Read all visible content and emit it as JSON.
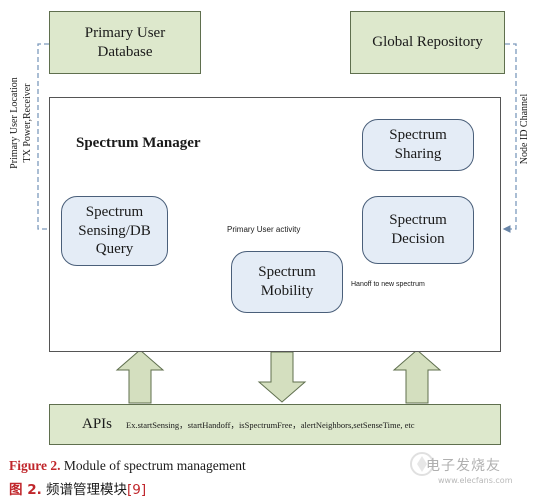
{
  "boxes": {
    "primary_user_database": "Primary User\nDatabase",
    "global_repository": "Global Repository",
    "spectrum_sharing": "Spectrum\nSharing",
    "spectrum_sensing": "Spectrum\nSensing/DB\nQuery",
    "spectrum_decision": "Spectrum\nDecision",
    "spectrum_mobility": "Spectrum\nMobility"
  },
  "manager_title": "Spectrum Manager",
  "labels": {
    "left_vertical": "Primary User Location\nTX Power,Receiver",
    "right_vertical": "Node ID Channel",
    "primary_user_activity": "Primary User activity",
    "handoff": "Hanoff to new spectrum"
  },
  "apis": {
    "label": "APIs",
    "functions": "Ex.startSensing，startHandoff，isSpectrumFree，alertNeighbors,setSenseTime, etc"
  },
  "caption": {
    "en_figure": "Figure 2.",
    "en_text": " Module of spectrum management",
    "cn_figure": "图 2.",
    "cn_text": "  频谱管理模块",
    "cn_ref": "[9]"
  },
  "watermark": {
    "text": "电子发烧友",
    "url": "www.elecfans.com"
  },
  "colors": {
    "green_fill": "#dde8cc",
    "blue_fill": "#e4ecf6",
    "arrow_fill": "#d4dfbf",
    "caption_red": "#c0262b"
  }
}
